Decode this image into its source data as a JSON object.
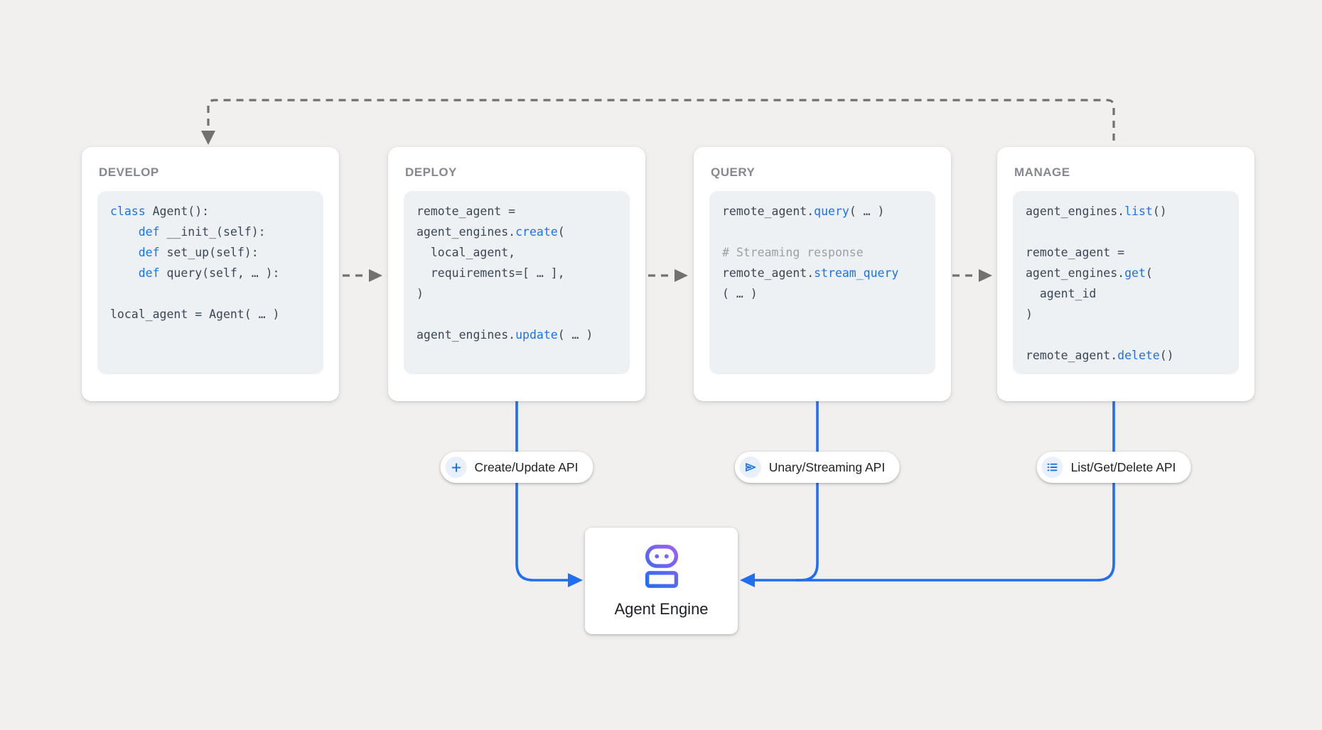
{
  "colors": {
    "background": "#f1f0ee",
    "card_bg": "#ffffff",
    "code_bg": "#eef1f4",
    "code_text": "#3b4754",
    "accent_blue": "#1a73e8",
    "line_blue": "#1f6ff0",
    "comment_gray": "#9aa0a6",
    "dash_gray": "#73716e",
    "title_gray": "#85898e",
    "badge_icon_bg": "#e8f0fe",
    "label_dark": "#202124"
  },
  "cards": [
    {
      "title": "DEVELOP",
      "code": [
        [
          {
            "c": "kw",
            "t": "class"
          },
          {
            "c": "p",
            "t": " Agent():"
          }
        ],
        [
          {
            "c": "p",
            "t": "    "
          },
          {
            "c": "kw",
            "t": "def"
          },
          {
            "c": "p",
            "t": " __init_(self):"
          }
        ],
        [
          {
            "c": "p",
            "t": "    "
          },
          {
            "c": "kw",
            "t": "def"
          },
          {
            "c": "p",
            "t": " set_up(self):"
          }
        ],
        [
          {
            "c": "p",
            "t": "    "
          },
          {
            "c": "kw",
            "t": "def"
          },
          {
            "c": "p",
            "t": " query(self, … ):"
          }
        ],
        [],
        [
          {
            "c": "p",
            "t": "local_agent = Agent( … )"
          }
        ]
      ]
    },
    {
      "title": "DEPLOY",
      "code": [
        [
          {
            "c": "p",
            "t": "remote_agent ="
          }
        ],
        [
          {
            "c": "p",
            "t": "agent_engines."
          },
          {
            "c": "fn",
            "t": "create"
          },
          {
            "c": "p",
            "t": "("
          }
        ],
        [
          {
            "c": "p",
            "t": "  local_agent,"
          }
        ],
        [
          {
            "c": "p",
            "t": "  requirements=[ … ],"
          }
        ],
        [
          {
            "c": "p",
            "t": ")"
          }
        ],
        [],
        [
          {
            "c": "p",
            "t": "agent_engines."
          },
          {
            "c": "fn",
            "t": "update"
          },
          {
            "c": "p",
            "t": "( … )"
          }
        ]
      ]
    },
    {
      "title": "QUERY",
      "code": [
        [
          {
            "c": "p",
            "t": "remote_agent."
          },
          {
            "c": "fn",
            "t": "query"
          },
          {
            "c": "p",
            "t": "( … )"
          }
        ],
        [],
        [
          {
            "c": "cm",
            "t": "# Streaming response"
          }
        ],
        [
          {
            "c": "p",
            "t": "remote_agent."
          },
          {
            "c": "fn",
            "t": "stream_query"
          }
        ],
        [
          {
            "c": "p",
            "t": "( … )"
          }
        ]
      ]
    },
    {
      "title": "MANAGE",
      "code": [
        [
          {
            "c": "p",
            "t": "agent_engines."
          },
          {
            "c": "fn",
            "t": "list"
          },
          {
            "c": "p",
            "t": "()"
          }
        ],
        [],
        [
          {
            "c": "p",
            "t": "remote_agent ="
          }
        ],
        [
          {
            "c": "p",
            "t": "agent_engines."
          },
          {
            "c": "fn",
            "t": "get"
          },
          {
            "c": "p",
            "t": "("
          }
        ],
        [
          {
            "c": "p",
            "t": "  agent_id"
          }
        ],
        [
          {
            "c": "p",
            "t": ")"
          }
        ],
        [],
        [
          {
            "c": "p",
            "t": "remote_agent."
          },
          {
            "c": "fn",
            "t": "delete"
          },
          {
            "c": "p",
            "t": "()"
          }
        ]
      ]
    }
  ],
  "badges": [
    {
      "icon": "plus-icon",
      "label": "Create/Update API"
    },
    {
      "icon": "send-icon",
      "label": "Unary/Streaming API"
    },
    {
      "icon": "list-icon",
      "label": "List/Get/Delete API"
    }
  ],
  "engine": {
    "label": "Agent Engine"
  }
}
